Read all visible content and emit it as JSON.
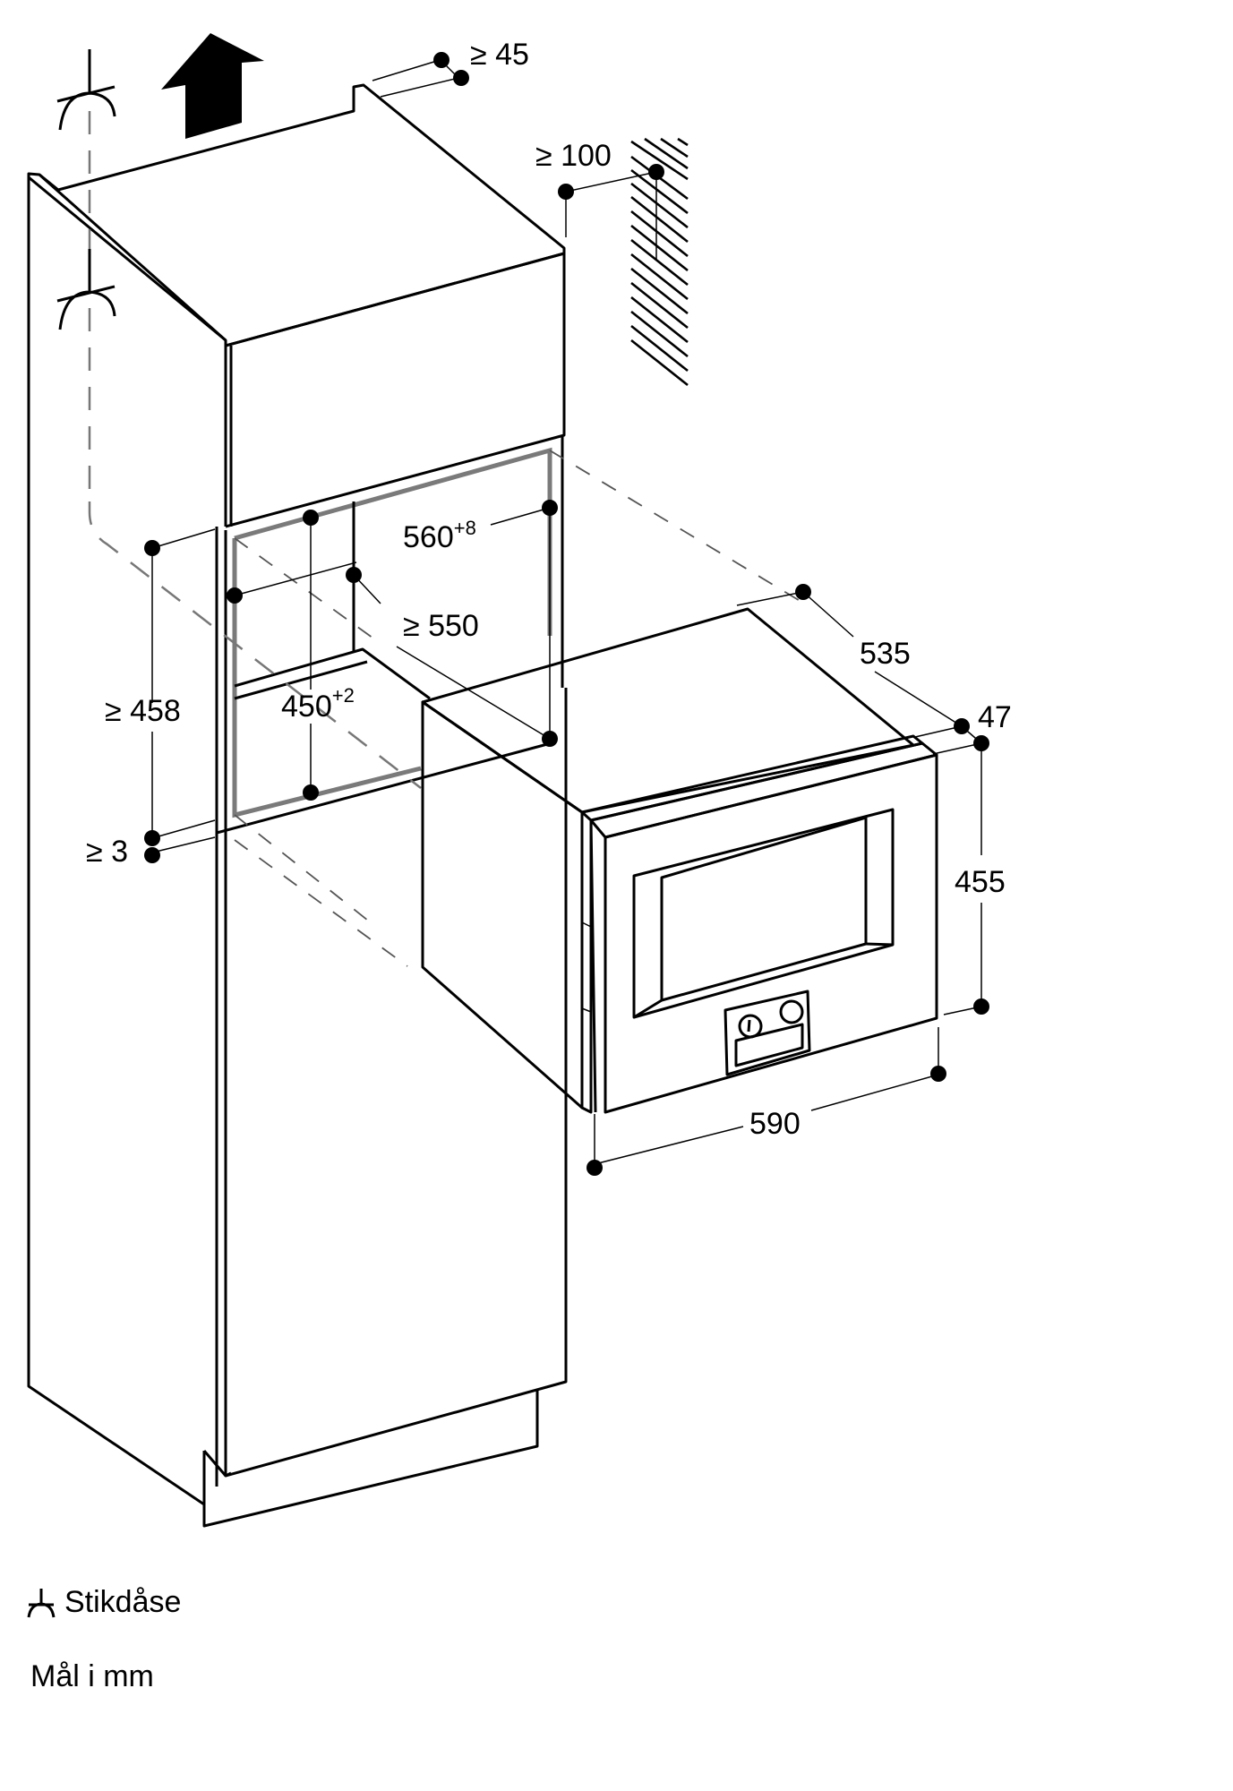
{
  "dimensions": {
    "top_gap": "≥ 45",
    "wall_gap": "≥ 100",
    "niche_width": "560",
    "niche_width_tol": "+8",
    "niche_depth": "≥ 550",
    "niche_height": "450",
    "niche_height_tol": "+2",
    "opening_height": "≥ 458",
    "bottom_gap": "≥ 3",
    "appliance_depth": "535",
    "front_depth": "47",
    "appliance_height": "455",
    "appliance_width": "590"
  },
  "legend": {
    "socket_label": "Stikdåse",
    "units_label": "Mål i mm"
  },
  "colors": {
    "line": "#000000",
    "niche_outline": "#7a7a7a",
    "appliance_side": "#f0f0f0"
  }
}
